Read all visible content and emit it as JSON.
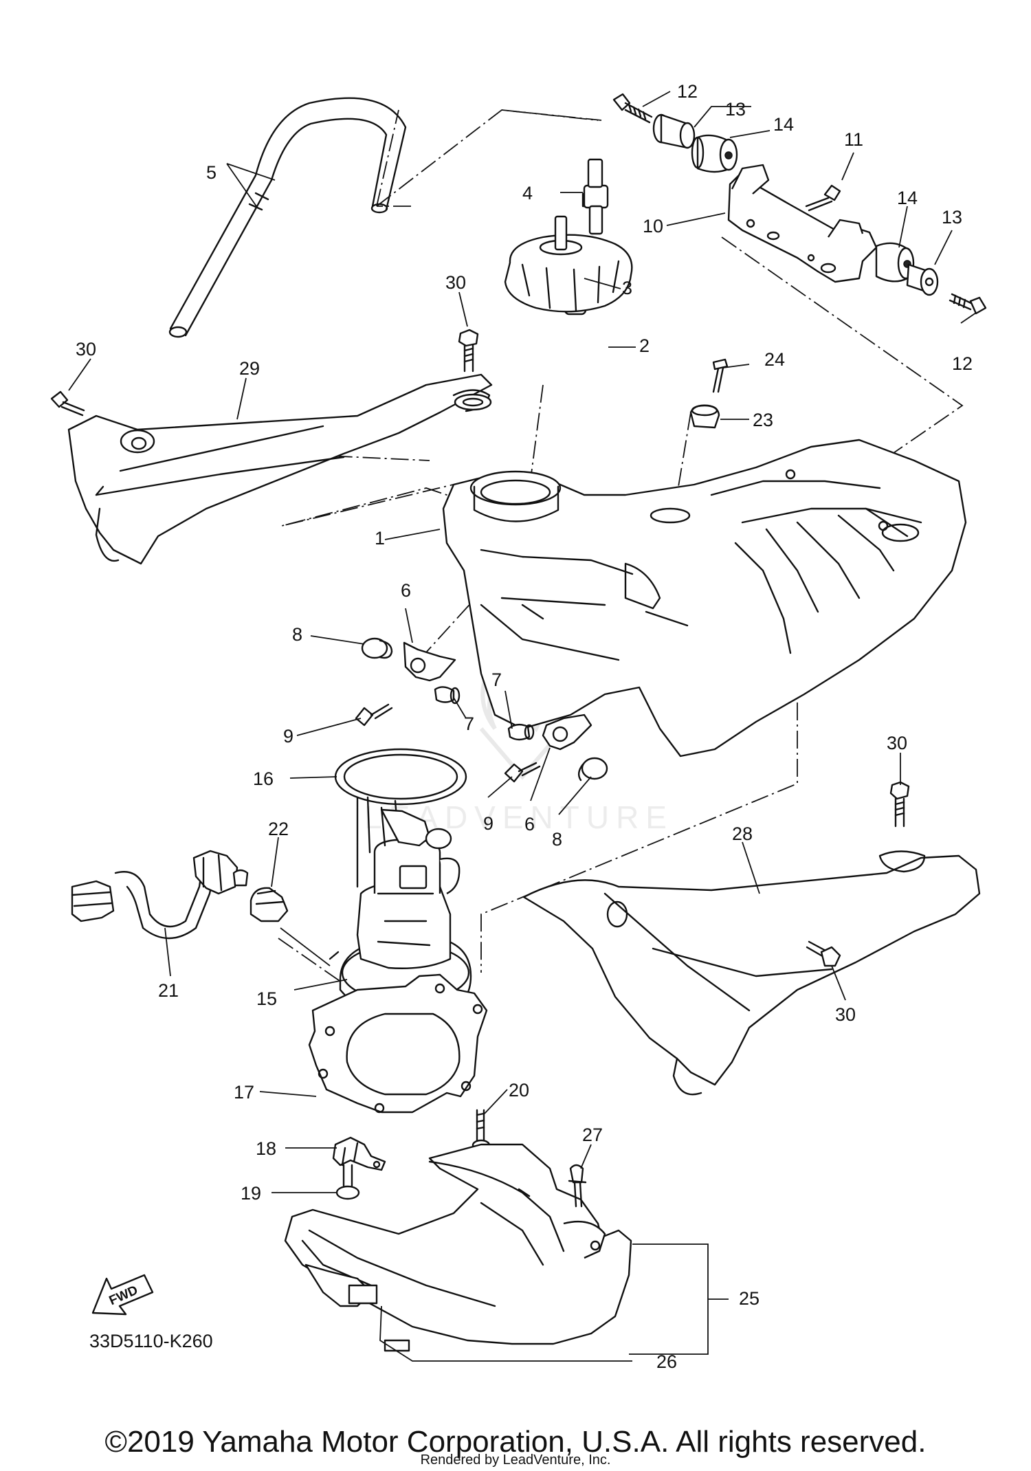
{
  "diagram_code": "33D5110-K260",
  "direction_badge": "FWD",
  "callouts": {
    "c1": "1",
    "c2": "2",
    "c3": "3",
    "c4": "4",
    "c5": "5",
    "c6a": "6",
    "c6b": "6",
    "c7a": "7",
    "c7b": "7",
    "c8a": "8",
    "c8b": "8",
    "c9a": "9",
    "c9b": "9",
    "c10": "10",
    "c11": "11",
    "c12a": "12",
    "c12b": "12",
    "c13a": "13",
    "c13b": "13",
    "c14a": "14",
    "c14b": "14",
    "c15": "15",
    "c16": "16",
    "c17": "17",
    "c18": "18",
    "c19": "19",
    "c20": "20",
    "c21": "21",
    "c22": "22",
    "c23": "23",
    "c24": "24",
    "c25": "25",
    "c26": "26",
    "c27": "27",
    "c28": "28",
    "c29": "29",
    "c30a": "30",
    "c30b": "30",
    "c30c": "30",
    "c30d": "30"
  },
  "watermark": "LEADVENTURE",
  "footer": {
    "copyright": "©2019 Yamaha Motor Corporation, U.S.A. All rights reserved.",
    "rendered_by": "Rendered by LeadVenture, Inc."
  }
}
